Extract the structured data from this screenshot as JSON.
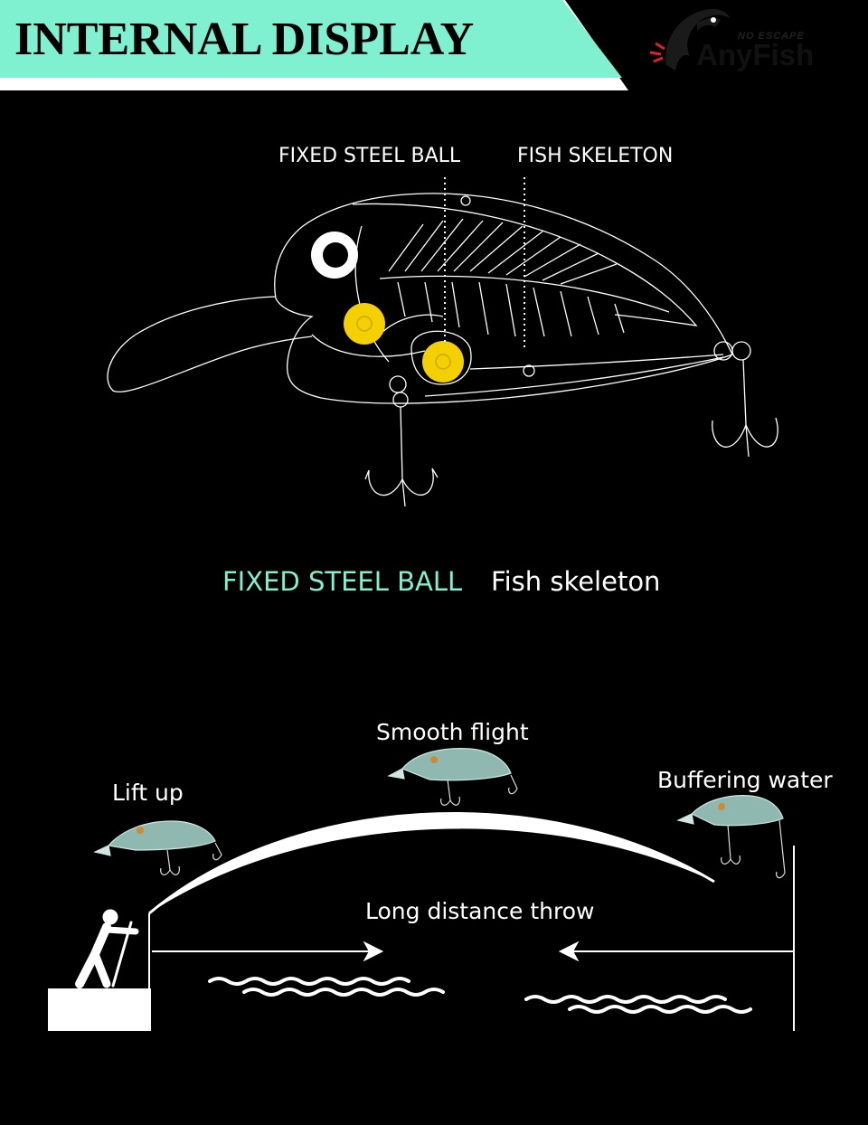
{
  "header": {
    "title": "INTERNAL DISPLAY",
    "band_color": "#7ff0d0"
  },
  "logo": {
    "tagline": "NO ESCAPE",
    "brand": "AnyFish",
    "accent_color": "#e0202a"
  },
  "diagram": {
    "callouts": {
      "steel_ball": "FIXED STEEL BALL",
      "skeleton": "FISH SKELETON"
    },
    "ball_color": "#f5d000"
  },
  "legend": {
    "steel_ball": "FIXED STEEL BALL",
    "skeleton": "Fish skeleton",
    "steel_ball_color": "#7ff0d0"
  },
  "throw": {
    "lift_up": "Lift up",
    "smooth_flight": "Smooth flight",
    "buffering_water": "Buffering water",
    "long_distance": "Long distance throw"
  }
}
